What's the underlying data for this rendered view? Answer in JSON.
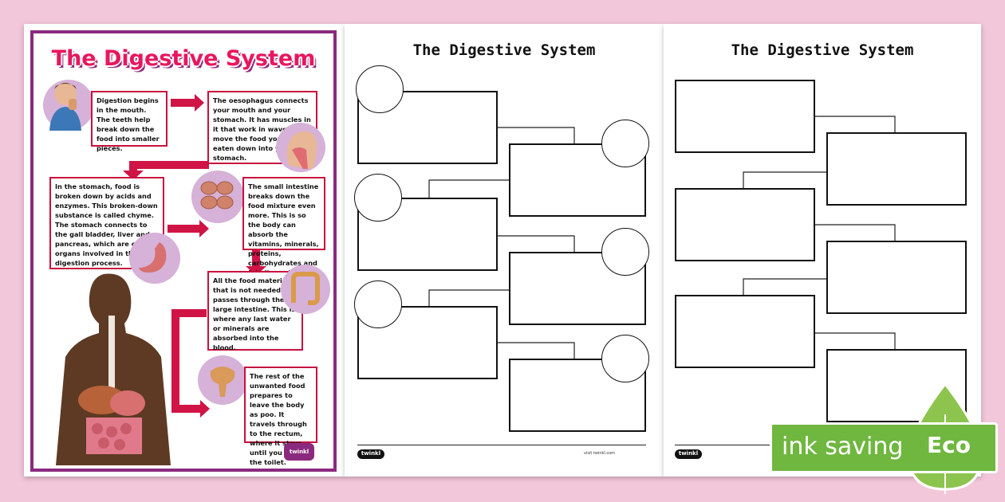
{
  "poster": {
    "title": "The Digestive System",
    "boxes": [
      "Digestion begins in the mouth. The teeth help break down the food into smaller pieces.",
      "The oesophagus connects your mouth and your stomach. It has muscles in it that work in waves to move the food you have eaten down into your stomach.",
      "In the stomach, food is broken down by acids and enzymes. This broken-down substance is called chyme. The stomach connects to the gall bladder, liver and pancreas, which are other organs involved in the digestion process.",
      "The small intestine breaks down the food mixture even more. This is so the body can absorb the vitamins, minerals, proteins, carbohydrates and fats it needs.",
      "All the food material that is not needed passes through the large intestine. This is where any last water or minerals are absorbed into the blood.",
      "The rest of the unwanted food prepares to leave the body as poo. It travels through to the rectum, where it stays until you go to the toilet."
    ],
    "logo": "twinkl",
    "accent": "#e8175d",
    "frame_color": "#8a2a7e"
  },
  "worksheet1": {
    "title": "The Digestive System",
    "logo": "twinkl",
    "footer_url": "visit twinkl.com"
  },
  "worksheet2": {
    "title": "The Digestive System",
    "logo": "twinkl"
  },
  "badge": {
    "text": "ink saving",
    "word": "Eco",
    "color": "#6fb73f"
  }
}
